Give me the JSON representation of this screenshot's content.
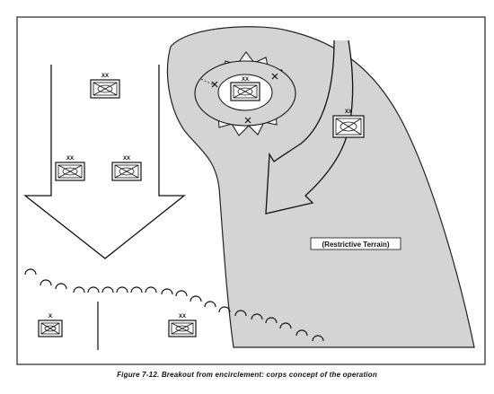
{
  "figure": {
    "caption": "Figure 7-12. Breakout from encirclement: corps concept of the operation",
    "terrain_label": "(Restrictive Terrain)",
    "unit_echelon_division": "XX",
    "unit_echelon_brigade": "X",
    "colors": {
      "frame": "#222222",
      "shading": "#d4d4d4",
      "ink": "#111111",
      "background": "#ffffff"
    }
  }
}
